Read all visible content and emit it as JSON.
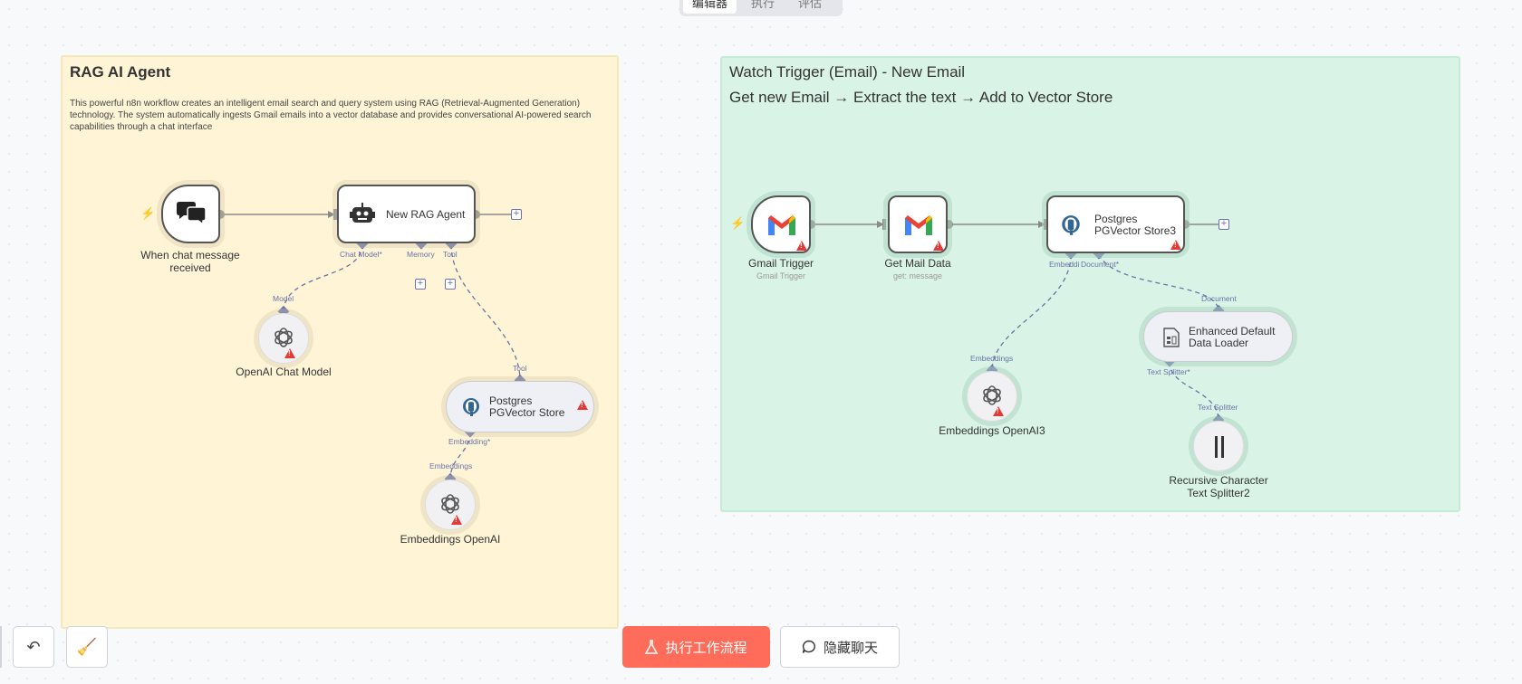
{
  "tabs": [
    "编辑器",
    "执行",
    "评估"
  ],
  "sticky_left": {
    "title": "RAG AI Agent",
    "description": "This powerful n8n workflow creates an intelligent email search and query system using RAG (Retrieval-Augmented Generation) technology. The system automatically ingests Gmail emails into a vector database and provides conversational AI-powered search capabilities through a chat interface"
  },
  "sticky_right": {
    "title": "Watch Trigger (Email) - New Email",
    "subtitle": "Get new Email → Extract the text → Add to Vector Store"
  },
  "nodes": {
    "chat_trigger": {
      "label": "When chat message received",
      "icon": "chat-bubbles-icon"
    },
    "agent": {
      "label": "New RAG Agent",
      "icon": "robot-icon"
    },
    "openai_chat": {
      "label": "OpenAI Chat Model",
      "icon": "openai-icon"
    },
    "pg_store": {
      "label": "Postgres PGVector Store",
      "icon": "postgres-icon"
    },
    "embeddings_openai": {
      "label": "Embeddings OpenAI",
      "icon": "openai-icon"
    },
    "gmail_trigger": {
      "label": "Gmail Trigger",
      "sub": "Gmail Trigger",
      "icon": "gmail-icon"
    },
    "get_mail": {
      "label": "Get Mail Data",
      "sub": "get: message",
      "icon": "gmail-icon"
    },
    "pg_store3": {
      "label": "Postgres PGVector Store3",
      "icon": "postgres-icon"
    },
    "loader": {
      "label": "Enhanced Default Data Loader",
      "icon": "document-icon"
    },
    "embeddings3": {
      "label": "Embeddings OpenAI3",
      "icon": "openai-icon"
    },
    "splitter": {
      "label": "Recursive Character Text Splitter2",
      "icon": "splitter-icon"
    }
  },
  "ports": {
    "chat_model": "Chat Model*",
    "memory": "Memory",
    "tool": "Tool",
    "model": "Model",
    "tool_in": "Tool",
    "embedding": "Embedding*",
    "embeddings_in": "Embeddings",
    "embeddi": "Embeddi",
    "document": "Document*",
    "document_in": "Document",
    "embeddings3_in": "Embeddings",
    "text_splitter": "Text Splitter*",
    "text_splitter_in": "Text Splitter"
  },
  "toolbar": {
    "run_label": "执行工作流程",
    "chat_label": "隐藏聊天"
  },
  "colors": {
    "accent": "#ff6d5a",
    "sticky_yellow": "#fff5d6",
    "sticky_green": "#d9f4e6",
    "port": "#6b73a8"
  }
}
